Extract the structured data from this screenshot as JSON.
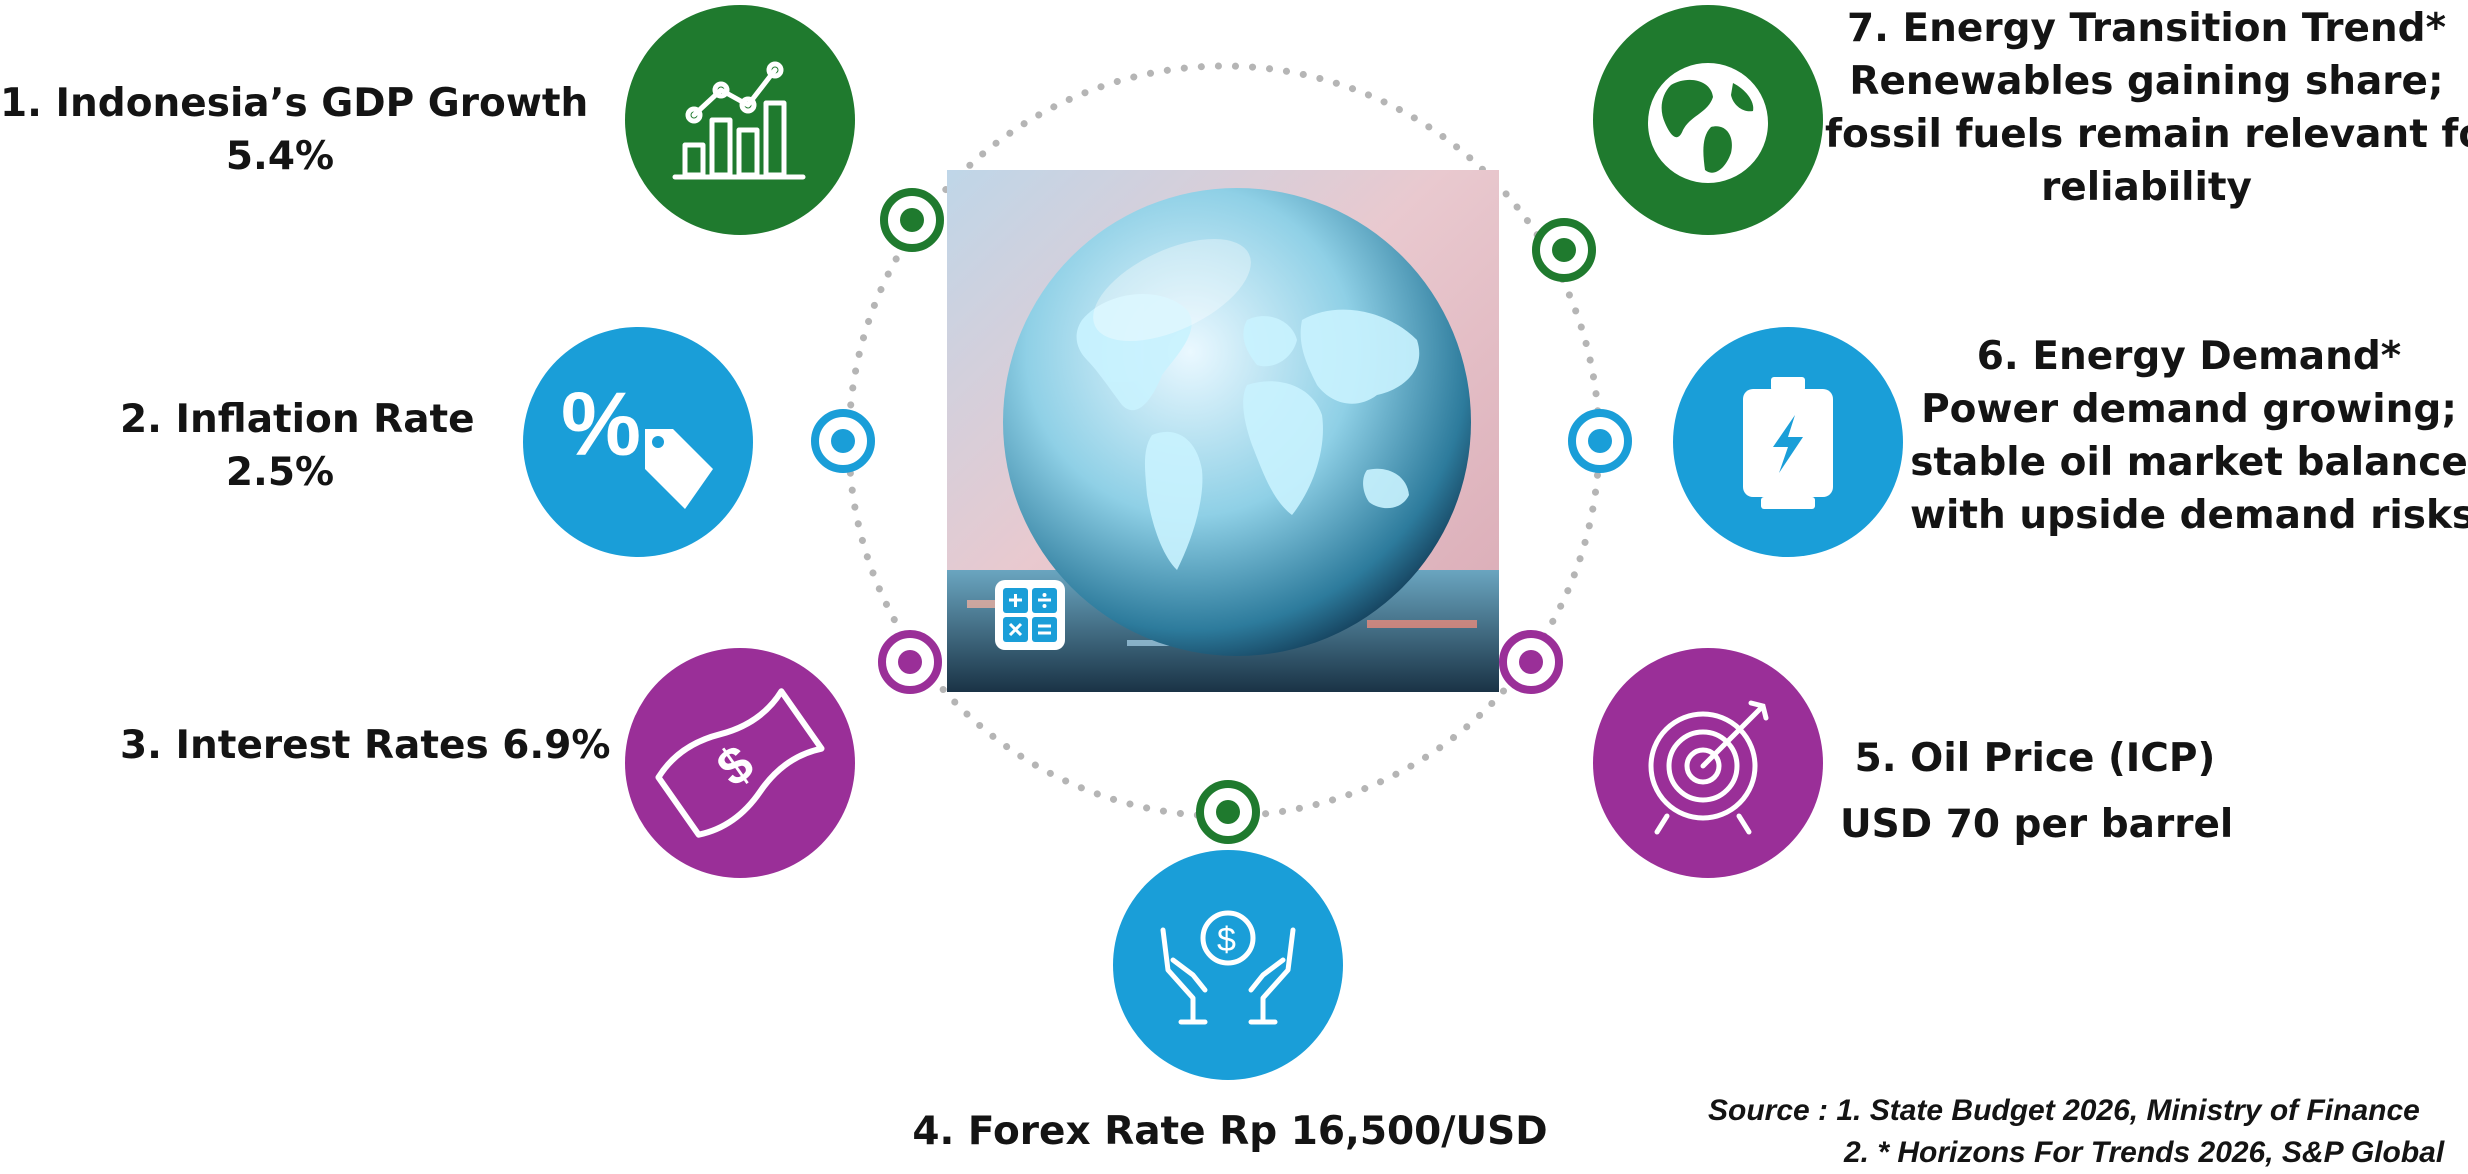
{
  "palette": {
    "green": "#1f7a2e",
    "blue": "#1a9ed8",
    "purple": "#9a2f98",
    "dots": "#b5b5b5"
  },
  "indicators": [
    {
      "id": "gdp",
      "title": "1. Indonesia’s GDP Growth",
      "value": "5.4%",
      "icon": "growth-chart-icon",
      "color": "green"
    },
    {
      "id": "inflation",
      "title": "2. Inflation Rate",
      "value": "2.5%",
      "icon": "percent-tag-icon",
      "color": "blue"
    },
    {
      "id": "interest",
      "title": "3. Interest Rates 6.9%",
      "icon": "dollar-bill-icon",
      "color": "purple"
    },
    {
      "id": "forex",
      "title": "4. Forex Rate Rp 16,500/USD",
      "icon": "hands-coin-icon",
      "color": "blue"
    },
    {
      "id": "oil",
      "title": "5. Oil Price (ICP)",
      "value": "USD 70 per barrel",
      "icon": "target-arrow-icon",
      "color": "purple"
    },
    {
      "id": "demand",
      "title": "6. Energy Demand*",
      "lines": [
        "Power demand growing;",
        "stable oil market balance",
        "with upside demand risks"
      ],
      "icon": "battery-bolt-icon",
      "color": "blue"
    },
    {
      "id": "transition",
      "title": "7. Energy Transition Trend*",
      "lines": [
        "Renewables gaining share;",
        "fossil fuels remain relevant for",
        "reliability"
      ],
      "icon": "globe-icon",
      "color": "green"
    }
  ],
  "center_image": {
    "subject": "glass-globe-world-map",
    "badge_icon": "calculator-icon"
  },
  "source": {
    "line1": "Source : 1. State Budget 2026, Ministry of Finance",
    "line2": "2. * Horizons For Trends 2026, S&P Global"
  }
}
